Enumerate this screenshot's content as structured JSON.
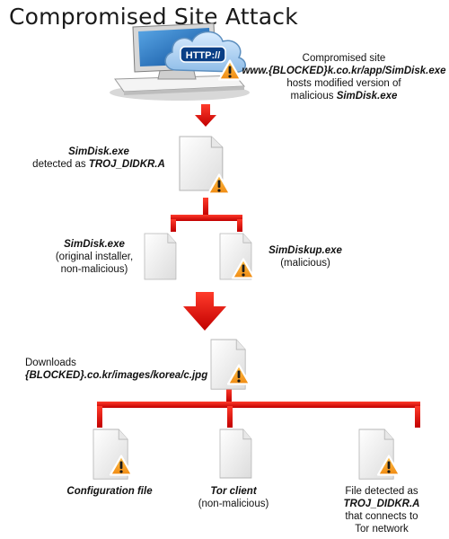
{
  "title": "Compromised Site Attack",
  "http_text": "HTTP://",
  "colors": {
    "connector": "#d40000",
    "warning": "#f7a12a",
    "paper": "#f2f2f2"
  },
  "nodes": {
    "site": {
      "line1": "Compromised site",
      "line2": "www.{BLOCKED}k.co.kr/app/SimDisk.exe",
      "line3": "hosts modified version of",
      "line4_pre": "malicious ",
      "line4_em": "SimDisk.exe"
    },
    "simdisk": {
      "name": "SimDisk.exe",
      "pre": "detected as ",
      "det": "TROJ_DIDKR.A"
    },
    "orig": {
      "name": "SimDisk.exe",
      "l2": "(original installer,",
      "l3": "non-malicious)"
    },
    "simdiskup": {
      "name": "SimDiskup.exe",
      "l2": "(malicious)"
    },
    "download": {
      "l1": "Downloads",
      "l2": "{BLOCKED}.co.kr/images/korea/c.jpg"
    },
    "config": {
      "name": "Configuration file"
    },
    "tor": {
      "name": "Tor client",
      "l2": "(non-malicious)"
    },
    "detected": {
      "l1": "File detected as",
      "l2": "TROJ_DIDKR.A",
      "l3": "that connects to",
      "l4": "Tor network"
    }
  }
}
